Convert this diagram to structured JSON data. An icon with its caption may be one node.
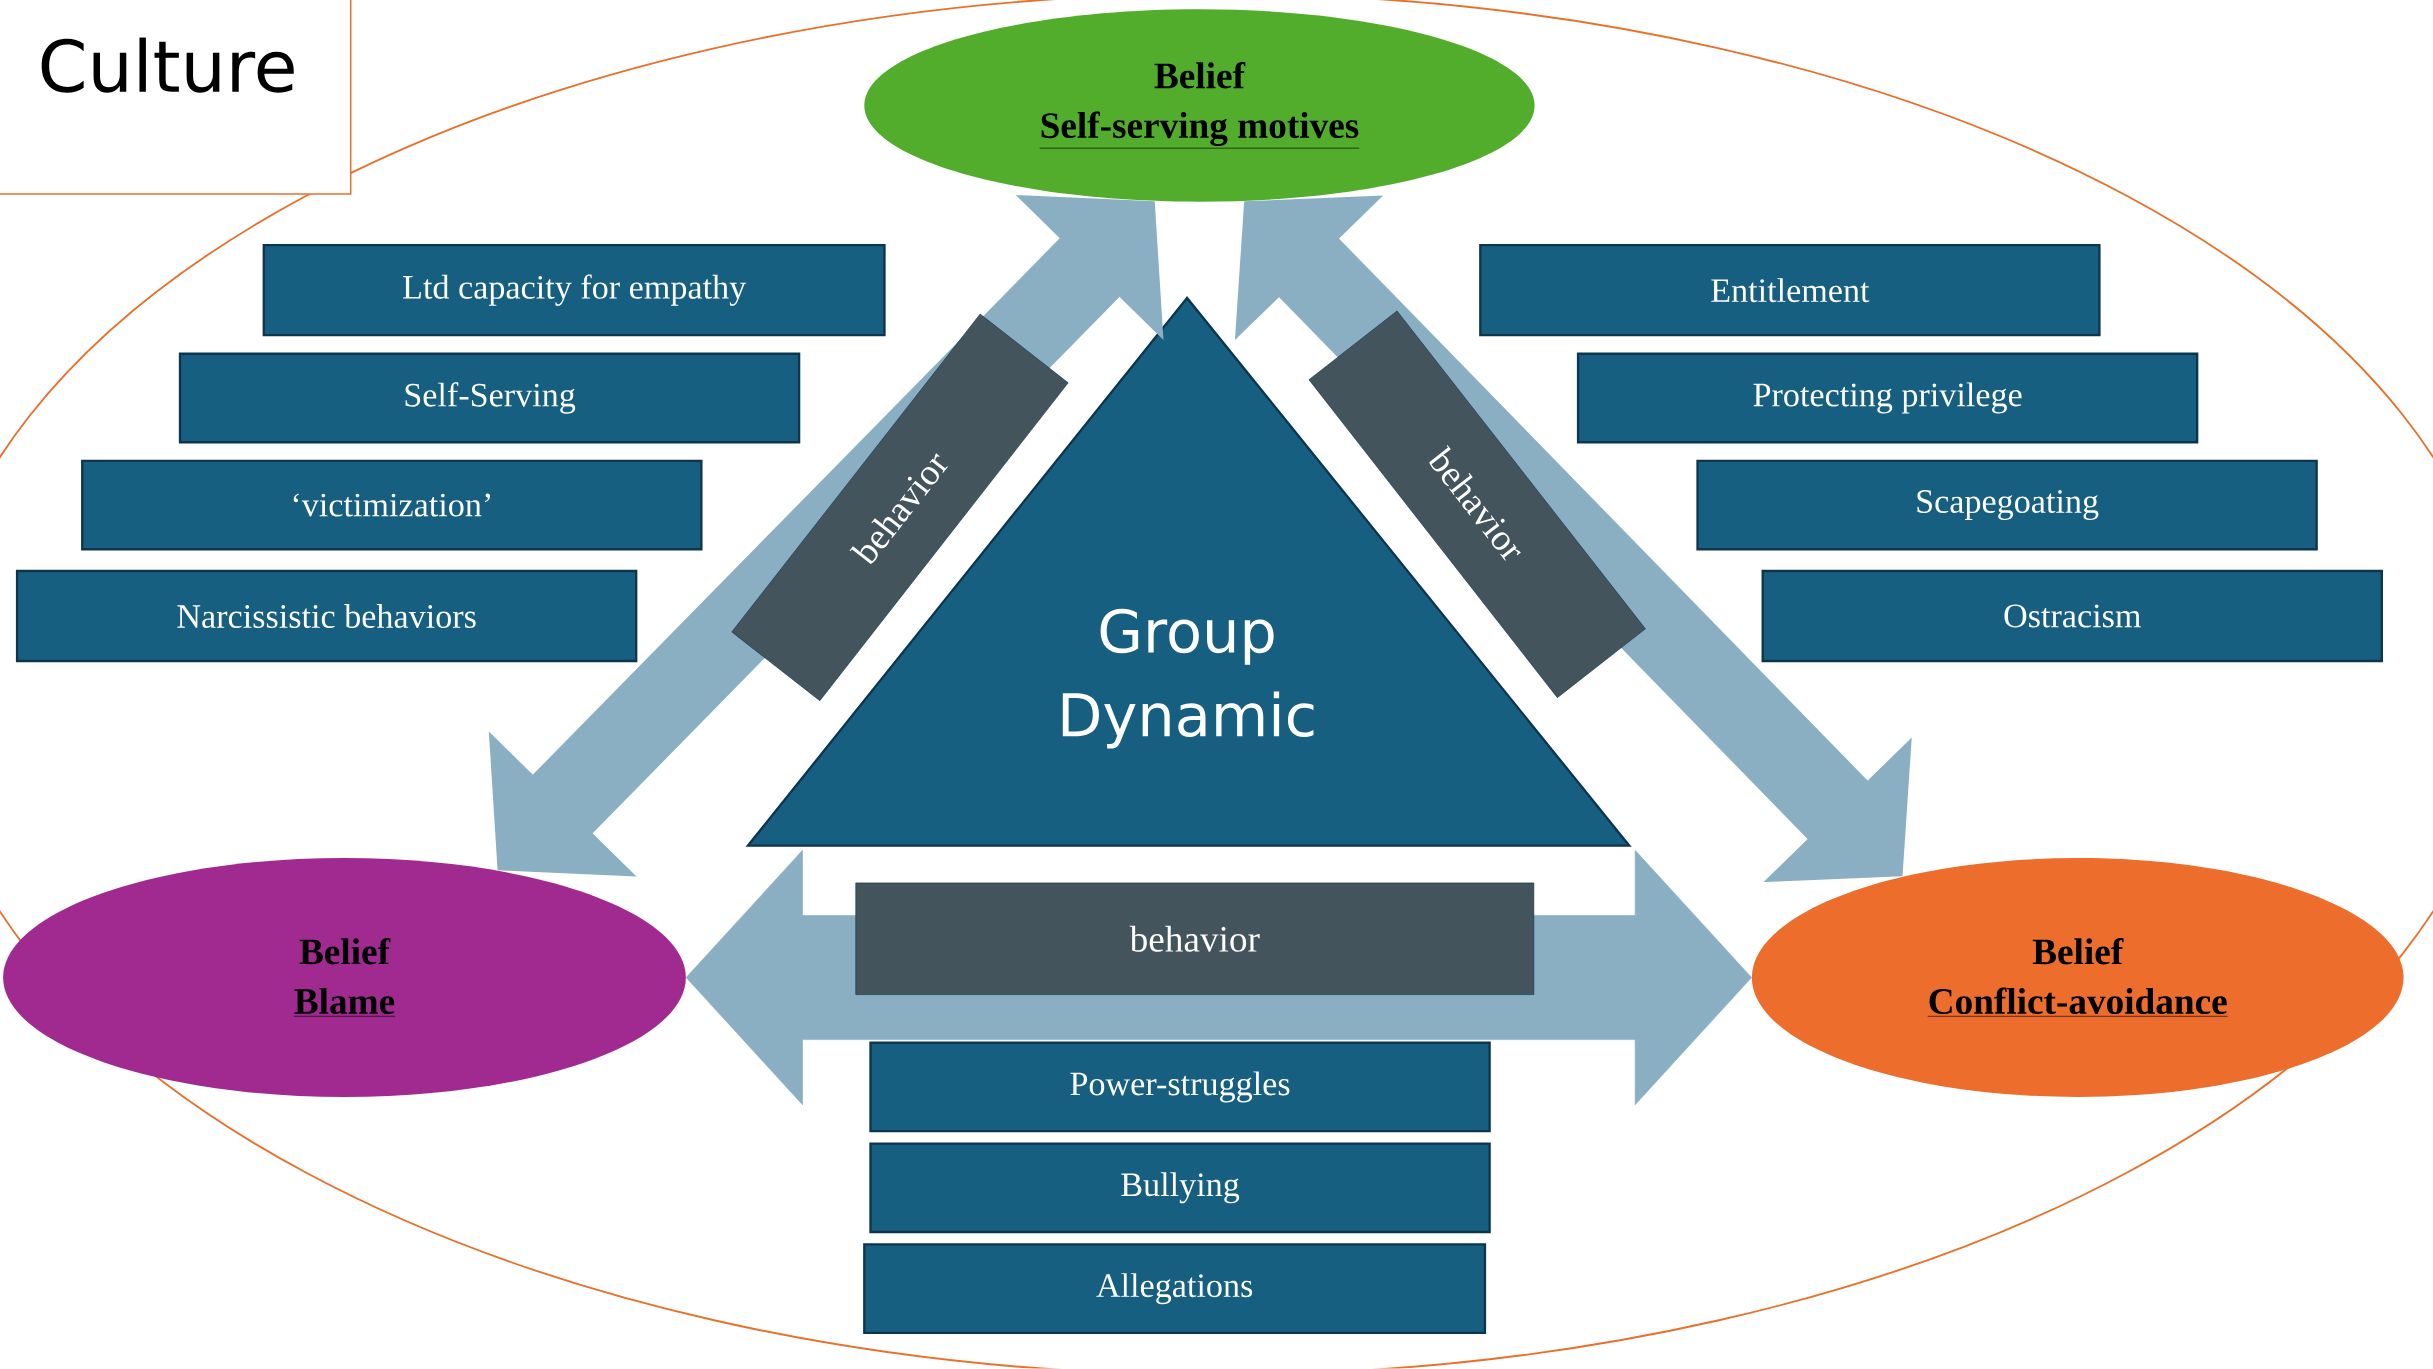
{
  "diagram": {
    "title": "Culture",
    "nodes": [
      {
        "text": [
          "Belief",
          "Self-serving motives"
        ]
      },
      {
        "text": [
          "Ltd capacity for empathy"
        ]
      },
      {
        "text": [
          "Self-Serving"
        ]
      },
      {
        "text": [
          "‘victimization’"
        ]
      },
      {
        "text": [
          "Narcissistic behaviors"
        ]
      },
      {
        "text": [
          "Entitlement"
        ]
      },
      {
        "text": [
          "Protecting privilege"
        ]
      },
      {
        "text": [
          "Scapegoating"
        ]
      },
      {
        "text": [
          "Ostracism"
        ]
      },
      {
        "text": [
          "Group Dynamic"
        ]
      },
      {
        "text": [
          "Belief",
          "Blame"
        ]
      },
      {
        "text": [
          "Belief",
          "Conflict-avoidance"
        ]
      },
      {
        "text": [
          "Power-struggles"
        ]
      },
      {
        "text": [
          "Bullying"
        ]
      },
      {
        "text": [
          "Allegations"
        ]
      }
    ],
    "edges": [
      {
        "from": 0,
        "to": 10,
        "arrow": "both",
        "label": "behavior"
      },
      {
        "from": 0,
        "to": 11,
        "arrow": "both",
        "label": "behavior"
      },
      {
        "from": 10,
        "to": 11,
        "arrow": "both",
        "label": "behavior"
      }
    ]
  }
}
